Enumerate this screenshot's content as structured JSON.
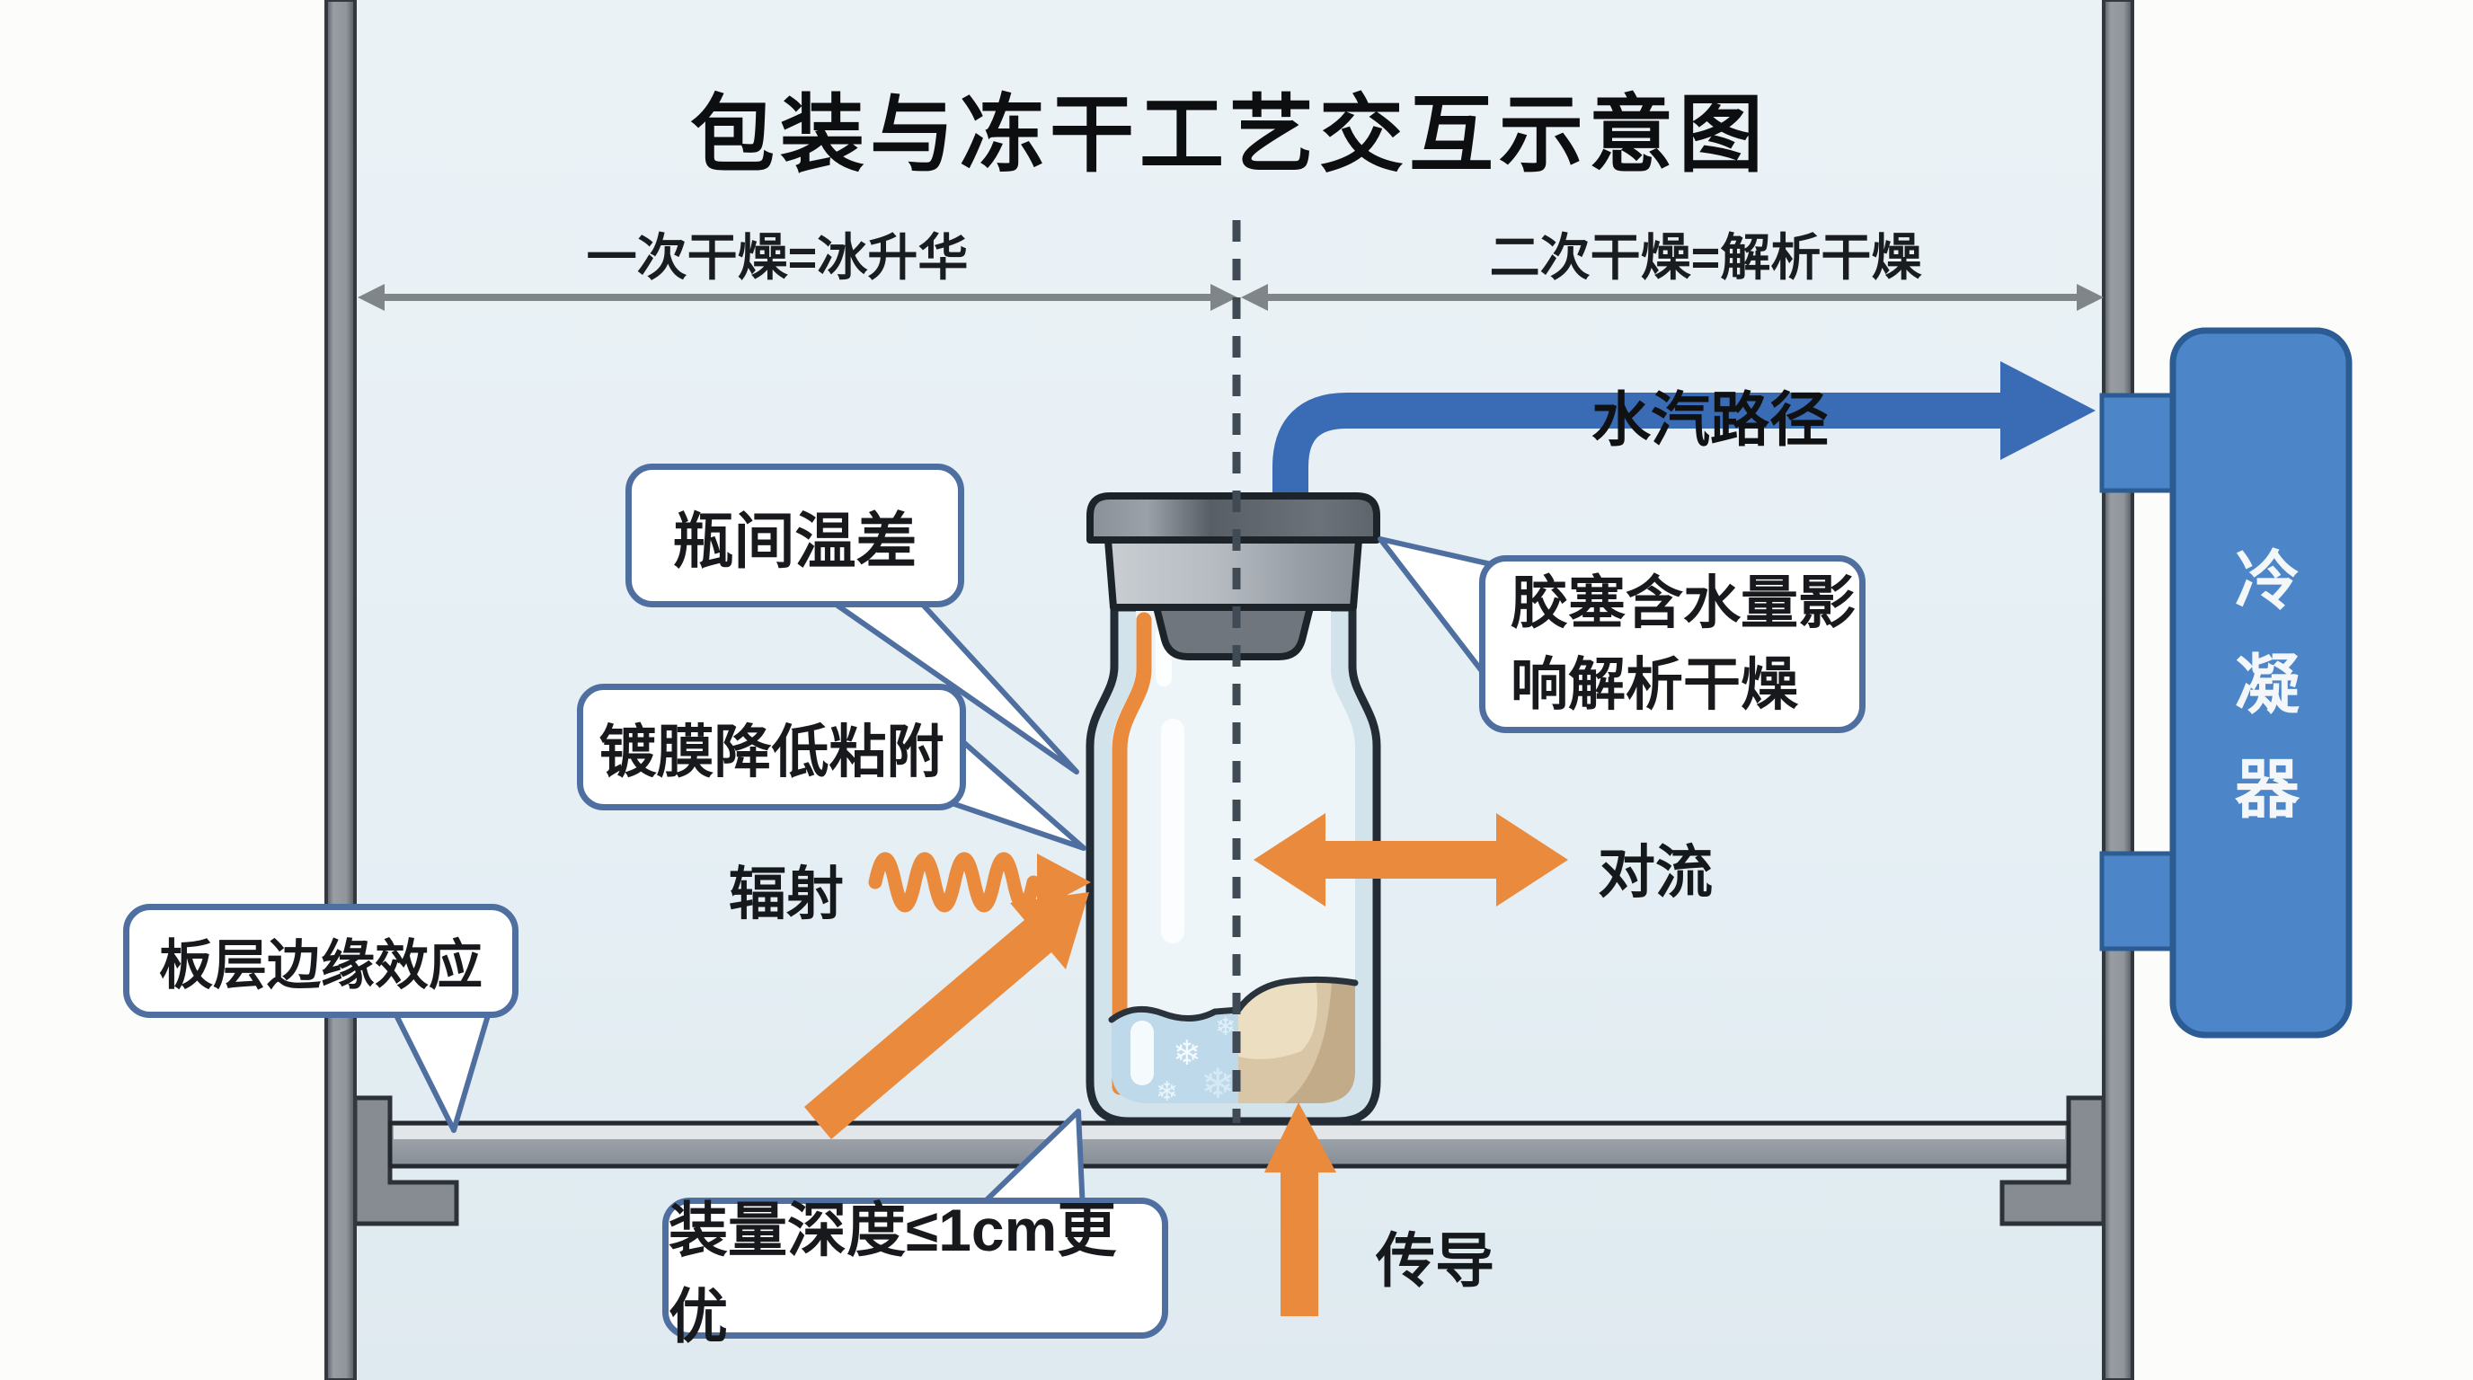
{
  "title": "包装与冻干工艺交互示意图",
  "phases": {
    "primary": "一次干燥=冰升华",
    "secondary": "二次干燥=解析干燥"
  },
  "vapor": {
    "label": "水汽路径"
  },
  "condenser": {
    "label": "冷凝器"
  },
  "heat": {
    "radiation": "辐射",
    "convection": "对流",
    "conduction": "传导"
  },
  "callouts": {
    "vial_temp_diff": "瓶间温差",
    "coating": "镀膜降低粘附",
    "stopper_line1": "胶塞含水量影",
    "stopper_line2": "响解析干燥",
    "shelf_edge": "板层边缘效应",
    "fill_depth": "装量深度≤1cm更优"
  },
  "decor": {
    "snowflake": "❄"
  },
  "colors": {
    "chamber_bg": "#E7F0F5",
    "wall_gray": "#8F959B",
    "shelf_gray": "#9AA0A7",
    "accent_orange": "#E98A3C",
    "vapor_blue": "#3A6BB5",
    "condenser_blue": "#4C86C8",
    "condenser_border": "#2C5C94",
    "callout_border": "#4F6FA0",
    "dash_line": "#3F4A55"
  }
}
